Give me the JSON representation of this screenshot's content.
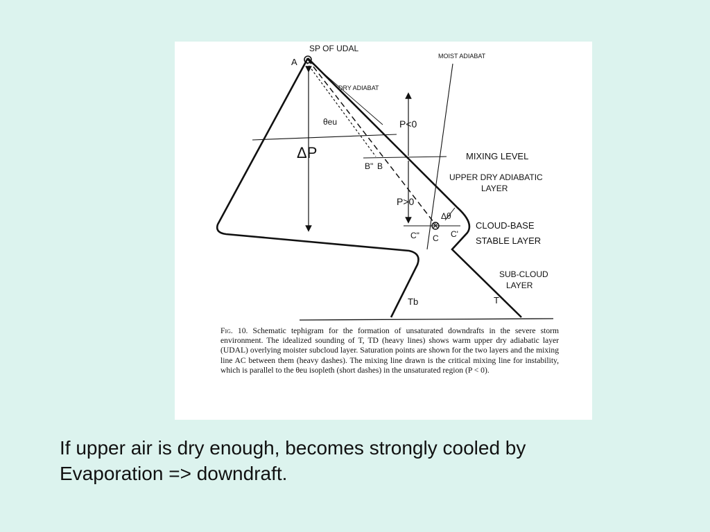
{
  "diagram": {
    "labels": {
      "sp_udal": "SP OF UDAL",
      "point_a": "A",
      "moist_adiabat": "MOIST ADIABAT",
      "dry_adiabat": "DRY ADIABAT",
      "theta_eu": "θeu",
      "p_less_zero": "P<0",
      "delta_p": "ΔP",
      "mixing_level": "MIXING LEVEL",
      "point_b_double": "B\"",
      "point_b": "B",
      "udal_layer": [
        "UPPER DRY ADIABATIC",
        "LAYER"
      ],
      "p_greater_zero": "P>0",
      "delta_theta": "Δθ",
      "cloud_base_layer": [
        "CLOUD-BASE",
        "STABLE LAYER"
      ],
      "point_c_double": "C\"",
      "point_c": "C",
      "point_c_prime": "C'",
      "sub_cloud_layer": [
        "SUB-CLOUD",
        "LAYER"
      ],
      "td_curve": "Tb",
      "t_curve": "T"
    }
  },
  "caption": {
    "fig_label": "Fig. 10.",
    "text": "Schematic tephigram for the formation of unsaturated downdrafts in the severe storm environment. The idealized sounding of T, TD (heavy lines) shows warm upper dry adiabatic layer (UDAL) overlying moister subcloud layer. Saturation points are shown for the two layers and the mixing line AC between them (heavy dashes). The mixing line drawn is the critical mixing line for instability, which is parallel to the θeu isopleth (short dashes) in the unsaturated region (P < 0)."
  },
  "slide": {
    "line1": "If upper air is dry enough, becomes strongly cooled by",
    "line2": "Evaporation => downdraft."
  }
}
